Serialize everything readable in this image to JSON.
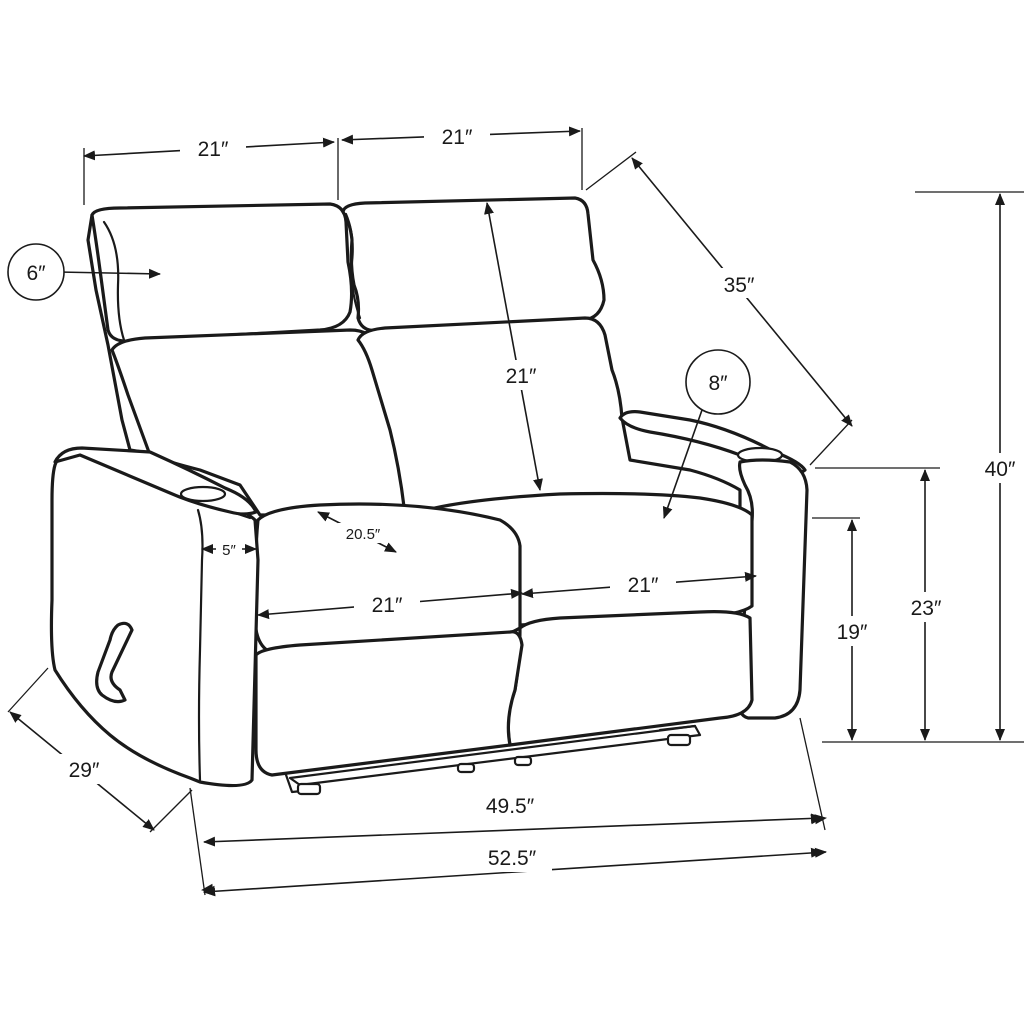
{
  "colors": {
    "line": "#1a1a1a",
    "background": "#ffffff"
  },
  "dimensions": {
    "left_seat_back_width": "21″",
    "right_seat_back_width": "21″",
    "headrest_depth": "6″",
    "back_diagonal": "35″",
    "back_height": "21″",
    "arm_width": "8″",
    "seat_depth": "20.5″",
    "arm_gap": "5″",
    "left_seat_width": "21″",
    "right_seat_width": "21″",
    "seat_height": "19″",
    "arm_height": "23″",
    "total_height": "40″",
    "depth": "29″",
    "inner_width": "49.5″",
    "total_width": "52.5″"
  }
}
